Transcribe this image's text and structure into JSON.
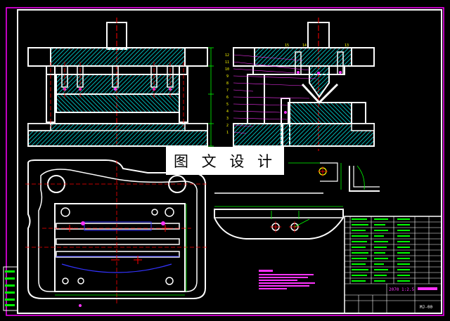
{
  "watermark": "图 文 设 计",
  "drawing": {
    "title_block_scale": "2070 1:2.5",
    "title_block_code": "MJ-00",
    "part_numbers": [
      "15",
      "14",
      "13",
      "12",
      "11",
      "10",
      "9",
      "8",
      "7",
      "6",
      "5",
      "4",
      "3",
      "2",
      "1"
    ]
  },
  "colors": {
    "background": "#000000",
    "frame": "#ff00ff",
    "outline": "#ffffff",
    "hatch": "#00b3b3",
    "centerline": "#ff0000",
    "dimension": "#00ff00",
    "blue_line": "#3333ff",
    "yellow": "#ffff00",
    "magenta_text": "#ff33ff"
  },
  "icons": [
    "watermark-logo"
  ]
}
